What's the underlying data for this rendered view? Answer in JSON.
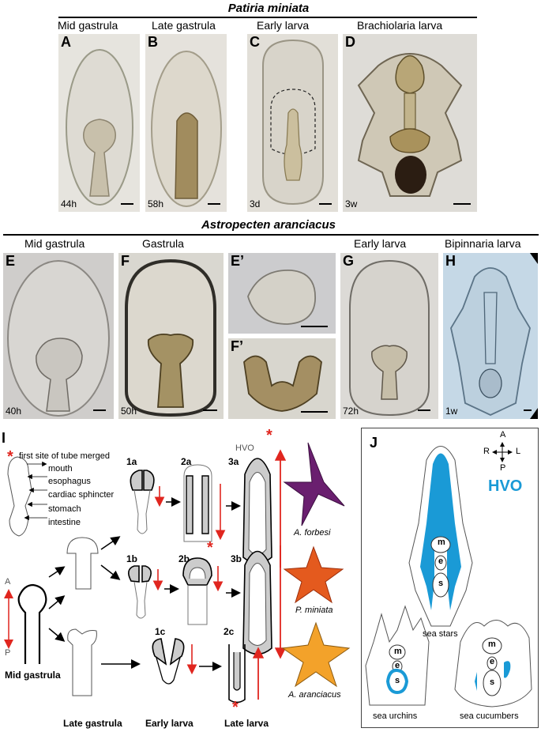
{
  "top": {
    "species": "Patiria miniata",
    "panels": [
      {
        "letter": "A",
        "stage": "Mid gastrula",
        "time": "44h"
      },
      {
        "letter": "B",
        "stage": "Late gastrula",
        "time": "58h"
      },
      {
        "letter": "C",
        "stage": "Early larva",
        "time": "3d"
      },
      {
        "letter": "D",
        "stage": "Brachiolaria larva",
        "time": "3w"
      }
    ]
  },
  "middle": {
    "species": "Astropecten aranciacus",
    "panels": [
      {
        "letter": "E",
        "stage": "Mid gastrula",
        "time": "40h"
      },
      {
        "letter": "F",
        "stage": "Gastrula",
        "time": "50h"
      },
      {
        "letter": "E’",
        "stage": "",
        "time": ""
      },
      {
        "letter": "F’",
        "stage": "",
        "time": ""
      },
      {
        "letter": "G",
        "stage": "Early larva",
        "time": "72h"
      },
      {
        "letter": "H",
        "stage": "Bipinnaria larva",
        "time": "1w"
      }
    ]
  },
  "panel_i": {
    "letter": "I",
    "legend_star": "*",
    "legend_text": "first site of tube merged",
    "parts": [
      "mouth",
      "esophagus",
      "cardiac sphincter",
      "stomach",
      "intestine"
    ],
    "axis_a": "A",
    "axis_p": "P",
    "start_label": "Mid gastrula",
    "rows": [
      {
        "labels": [
          "1a",
          "2a",
          "3a"
        ],
        "species": "A. forbesi"
      },
      {
        "labels": [
          "1b",
          "2b",
          "3b"
        ],
        "species": "P. miniata"
      },
      {
        "labels": [
          "1c",
          "2c"
        ],
        "species": "A. aranciacus"
      }
    ],
    "hvo": "HVO",
    "bottom": [
      "Late gastrula",
      "Early larva",
      "Late larva"
    ]
  },
  "panel_j": {
    "letter": "J",
    "compass": {
      "a": "A",
      "p": "P",
      "r": "R",
      "l": "L"
    },
    "hvo": "HVO",
    "hvo_color": "#1a9ad6",
    "organs": {
      "m": "m",
      "e": "e",
      "s": "s"
    },
    "groups": [
      "sea stars",
      "sea urchins",
      "sea cucumbers"
    ]
  }
}
